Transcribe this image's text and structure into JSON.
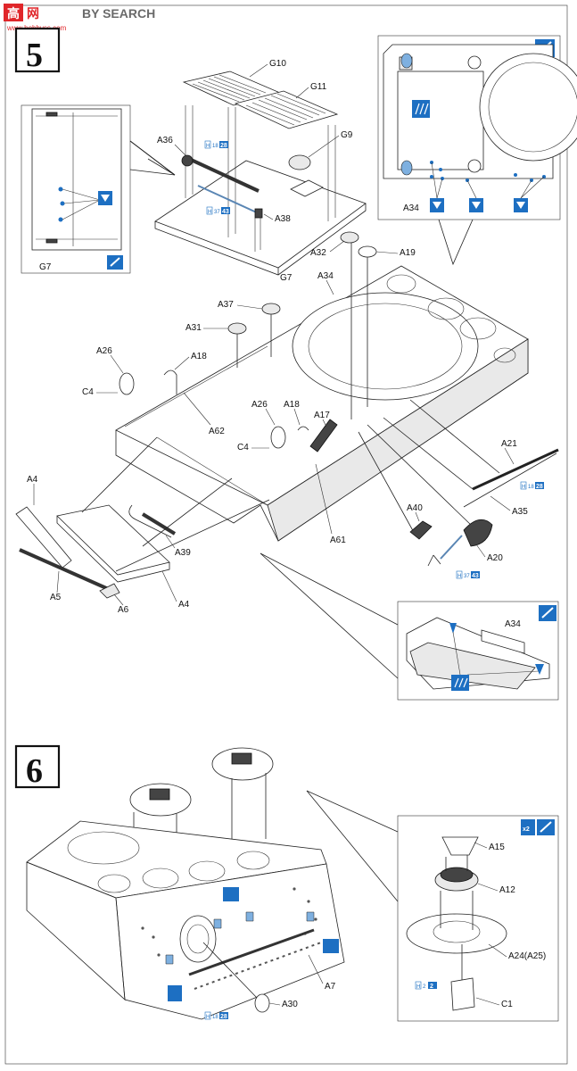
{
  "watermark": {
    "logo_text": "高",
    "site_text": "网",
    "search_text": "BY SEARCH",
    "url_text": "www.hobbyss.com"
  },
  "steps": [
    {
      "number": "5",
      "labels": [
        "G10",
        "G11",
        "A36",
        "G9",
        "A38",
        "G7",
        "A32",
        "A19",
        "A34",
        "A37",
        "A31",
        "A26",
        "A18",
        "C4",
        "A62",
        "A26",
        "A18",
        "A17",
        "C4",
        "A21",
        "A35",
        "A40",
        "A61",
        "A39",
        "A4",
        "A5",
        "A6",
        "A4",
        "A20"
      ],
      "inset_left_label": "G7",
      "inset_right_label": "A34",
      "inset_bottom_label": "A34",
      "paint_codes": [
        {
          "prefix": "H",
          "a": "18",
          "b": "28"
        },
        {
          "prefix": "H",
          "a": "37",
          "b": "43"
        },
        {
          "prefix": "H",
          "a": "18",
          "b": "28"
        },
        {
          "prefix": "H",
          "a": "37",
          "b": "43"
        }
      ]
    },
    {
      "number": "6",
      "labels": [
        "A7",
        "A30",
        "A15",
        "A12",
        "A24(A25)",
        "C1"
      ],
      "paint_codes": [
        {
          "prefix": "H",
          "a": "18",
          "b": "28"
        },
        {
          "prefix": "H",
          "a": "2",
          "b": "2"
        }
      ],
      "multiplier": "x2"
    }
  ]
}
